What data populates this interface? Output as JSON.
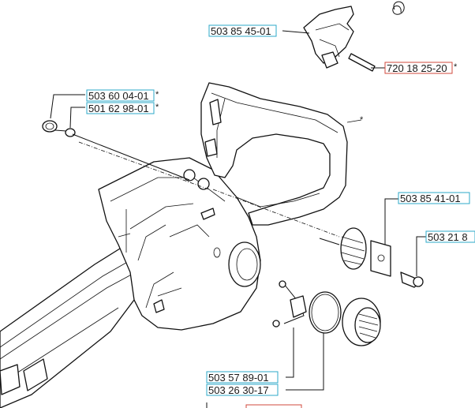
{
  "parts": [
    {
      "id": "p1",
      "number": "503 85 45-01",
      "suffix": "",
      "color": "#2ea8c8"
    },
    {
      "id": "p2",
      "number": "720 18 25-20",
      "suffix": "*",
      "color": "#d24a3c"
    },
    {
      "id": "p3",
      "number": "503 60 04-01",
      "suffix": "*",
      "color": "#2ea8c8"
    },
    {
      "id": "p4",
      "number": "501 62 98-01",
      "suffix": "*",
      "color": "#2ea8c8"
    },
    {
      "id": "p5",
      "number": "503 85 41-01",
      "suffix": "",
      "color": "#2ea8c8"
    },
    {
      "id": "p6",
      "number": "503 21 8",
      "suffix": "",
      "color": "#2ea8c8"
    },
    {
      "id": "p7",
      "number": "503 57 89-01",
      "suffix": "",
      "color": "#2ea8c8"
    },
    {
      "id": "p8",
      "number": "503 26 30-17",
      "suffix": "",
      "color": "#2ea8c8"
    }
  ],
  "handle_marker": "*"
}
